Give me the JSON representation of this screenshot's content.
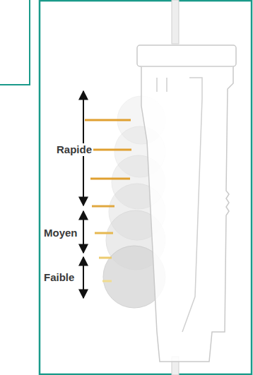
{
  "diagram": {
    "labels": [
      "Rapide",
      "Moyen",
      "Faible"
    ]
  }
}
